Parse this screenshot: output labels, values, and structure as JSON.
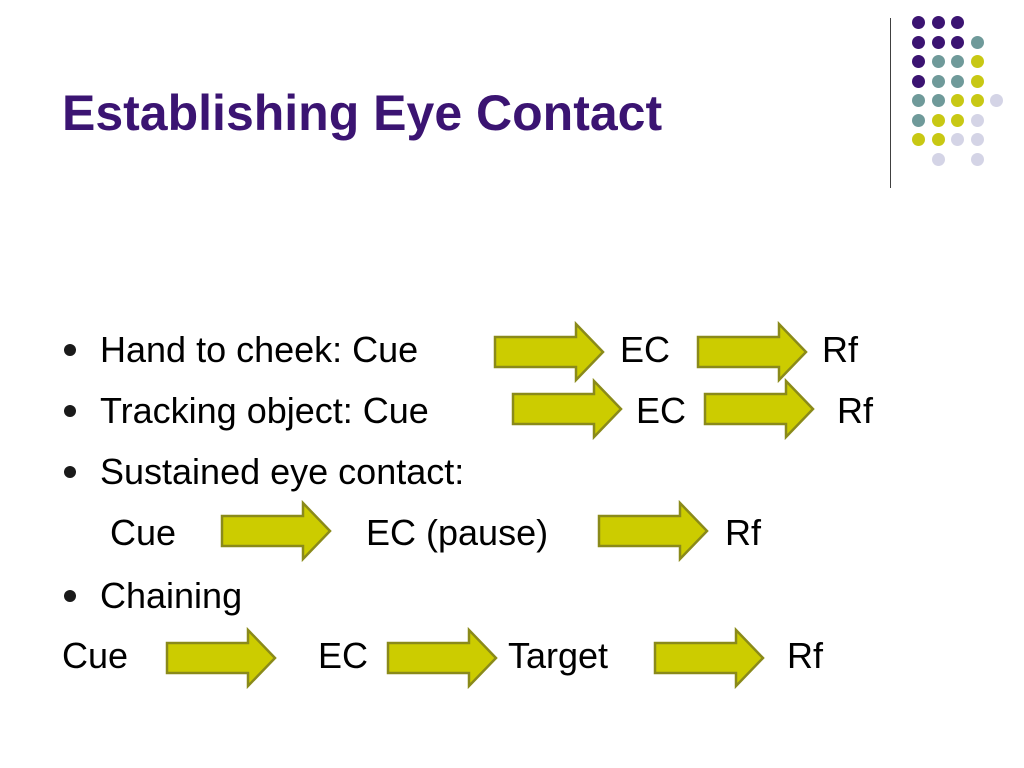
{
  "slide": {
    "title": "Establishing Eye Contact",
    "colors": {
      "title": "#3b1472",
      "arrow_fill": "#cccc00",
      "arrow_stroke": "#8a8a1a",
      "dot_purple": "#3b1472",
      "dot_teal": "#6f9a9a",
      "dot_yellow": "#c8c814",
      "dot_lavender": "#d4d4e6"
    },
    "decor_icon": "dot-grid-icon",
    "arrow_icon": "right-arrow-icon",
    "bullet_icon": "bullet-dot-icon",
    "bullets": [
      {
        "label": "Hand to cheek: Cue",
        "ec": "EC",
        "rf": "Rf"
      },
      {
        "label": "Tracking object: Cue",
        "ec": "EC",
        "rf": "Rf"
      },
      {
        "label": "Sustained eye contact:"
      },
      {
        "label": "Chaining"
      }
    ],
    "sustained_line": {
      "cue": "Cue",
      "ec": "EC (pause)",
      "rf": "Rf"
    },
    "chaining_line": {
      "cue": "Cue",
      "ec": "EC",
      "target": "Target",
      "rf": "Rf"
    }
  }
}
